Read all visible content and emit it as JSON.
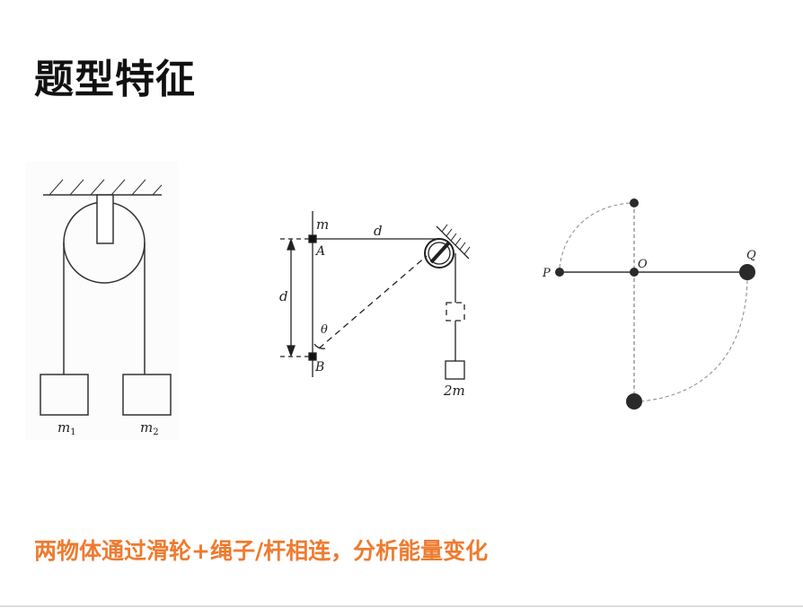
{
  "slide": {
    "title": "题型特征",
    "caption": "两物体通过滑轮+绳子/杆相连，分析能量变化"
  },
  "diagram1": {
    "label_m1": "m",
    "sub1": "1",
    "label_m2": "m",
    "sub2": "2"
  },
  "diagram2": {
    "label_m": "m",
    "label_A": "A",
    "label_B": "B",
    "label_d_top": "d",
    "label_d_left": "d",
    "label_theta": "θ",
    "label_2m": "2m"
  },
  "diagram3": {
    "label_P": "P",
    "label_O": "O",
    "label_Q": "Q"
  },
  "colors": {
    "accent": "#ee7b30"
  }
}
